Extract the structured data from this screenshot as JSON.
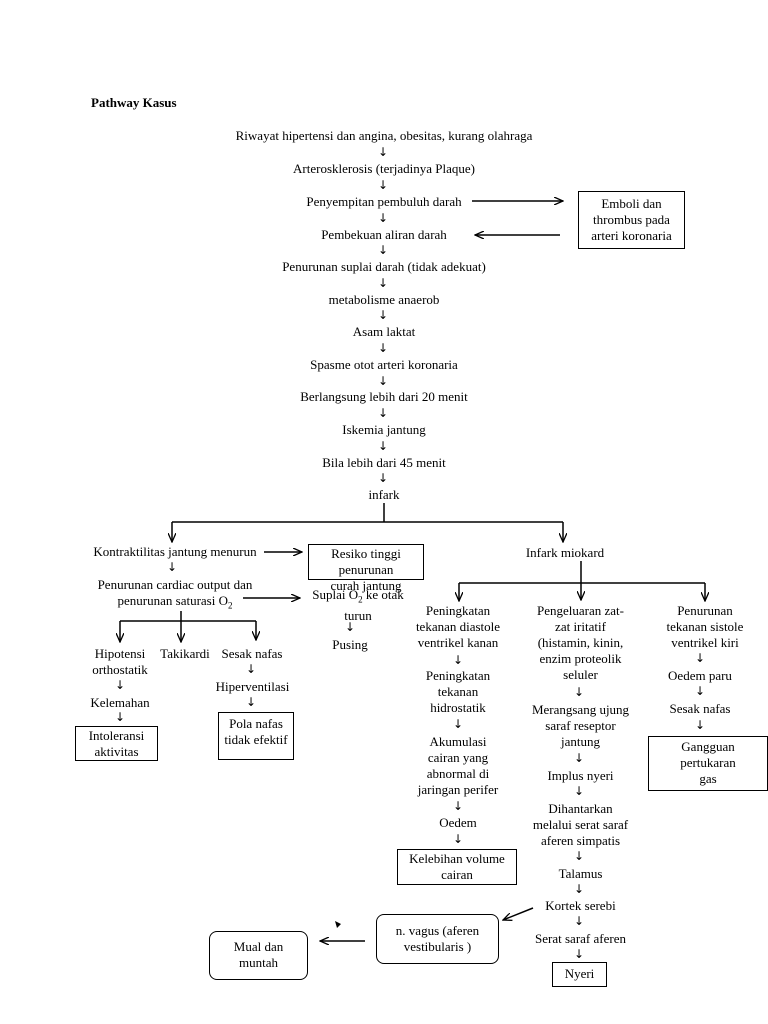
{
  "title": "Pathway Kasus",
  "main_chain": [
    "Riwayat hipertensi dan angina, obesitas,  kurang olahraga",
    "Arterosklerosis (terjadinya Plaque)",
    "Penyempitan pembuluh darah",
    "Pembekuan aliran darah",
    "Penurunan suplai darah (tidak adekuat)",
    "metabolisme anaerob",
    "Asam laktat",
    "Spasme otot arteri koronaria",
    "Berlangsung lebih dari 20 menit",
    "Iskemia jantung",
    "Bila lebih dari 45 menit",
    "infark"
  ],
  "emboli_box": "Emboli dan\nthrombus pada\narteri koronaria",
  "left": {
    "kontraktilitas": "Kontraktilitas jantung menurun",
    "resiko_box": "Resiko tinggi penurunan\ncurah jantung",
    "cardiac_output": "Penurunan cardiac output dan\npenurunan saturasi O",
    "cardiac_output_sub": "2",
    "suplai_prefix": "Suplai O",
    "suplai_sub": "2",
    "suplai_suffix": " ke otak\nturun",
    "pusing": "Pusing",
    "hipotensi": "Hipotensi\northostatik",
    "takikardi": "Takikardi",
    "sesak": "Sesak nafas",
    "hiperventilasi": "Hiperventilasi",
    "pola_box": "Pola nafas\ntidak efektif",
    "kelemahan": "Kelemahan",
    "intoleransi_box": "Intoleransi\naktivitas"
  },
  "right": {
    "infark_miokard": "Infark miokard",
    "col1": [
      "Peningkatan\ntekanan diastole\nventrikel kanan",
      "Peningkatan\ntekanan\nhidrostatik",
      "Akumulasi\ncairan yang\nabnormal di\njaringan perifer",
      "Oedem"
    ],
    "kelebihan_box": "Kelebihan volume\ncairan",
    "col2": [
      "Pengeluaran zat-\nzat iritatif\n(histamin, kinin,\nenzim proteolik\nseluler",
      "Merangsang ujung\nsaraf reseptor\njantung",
      "Implus nyeri",
      "Dihantarkan\nmelalui serat saraf\naferen simpatis",
      "Talamus",
      "Kortek serebi",
      "Serat saraf aferen"
    ],
    "nyeri_box": "Nyeri",
    "col3": [
      "Penurunan\ntekanan sistole\nventrikel kiri",
      "Oedem paru",
      "Sesak nafas"
    ],
    "gangguan_box": "Gangguan\npertukaran\ngas",
    "vagus_box": "n. vagus (aferen\nvestibularis )",
    "mual_box": "Mual dan\nmuntah"
  }
}
